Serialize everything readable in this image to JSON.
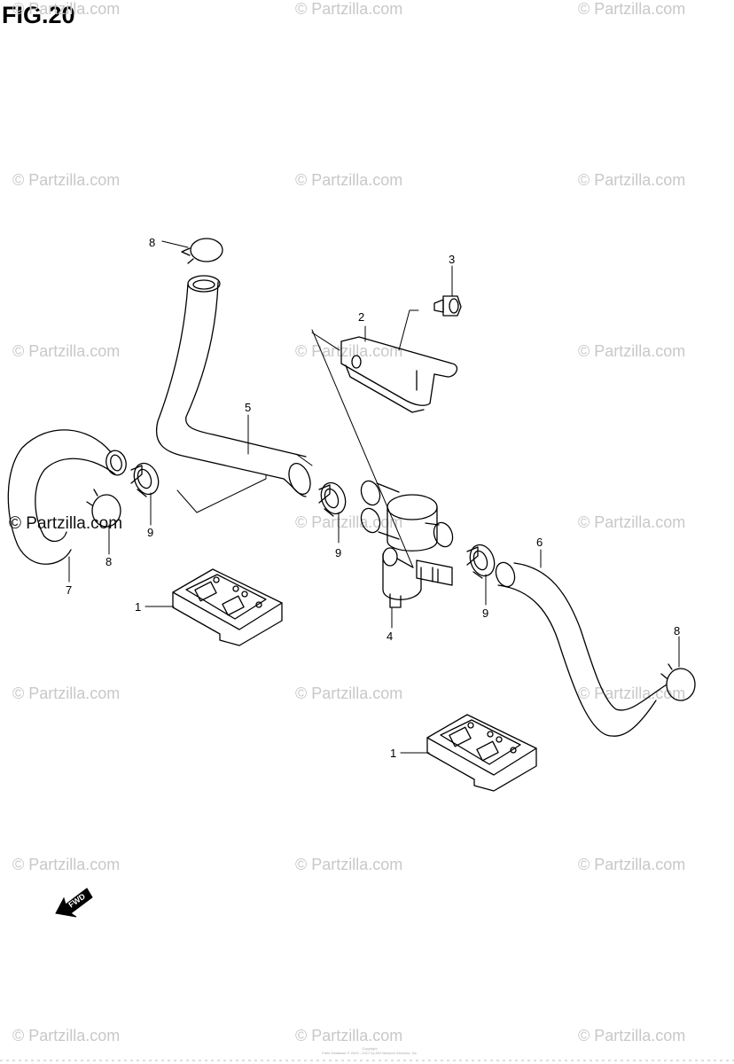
{
  "figure": {
    "title": "FIG.20"
  },
  "watermark": {
    "text": "© Partzilla.com"
  },
  "callouts": {
    "c1a": "1",
    "c1b": "1",
    "c2": "2",
    "c3": "3",
    "c4": "4",
    "c5": "5",
    "c6": "6",
    "c7": "7",
    "c8a": "8",
    "c8b": "8",
    "c8c": "8",
    "c9a": "9",
    "c9b": "9",
    "c9c": "9"
  },
  "fwd_arrow": {
    "label": "FWD"
  },
  "copyright": {
    "line1": "Copyright",
    "line2": "Parts Database © 2002 - 2017 by ARI Network Services, Inc."
  }
}
